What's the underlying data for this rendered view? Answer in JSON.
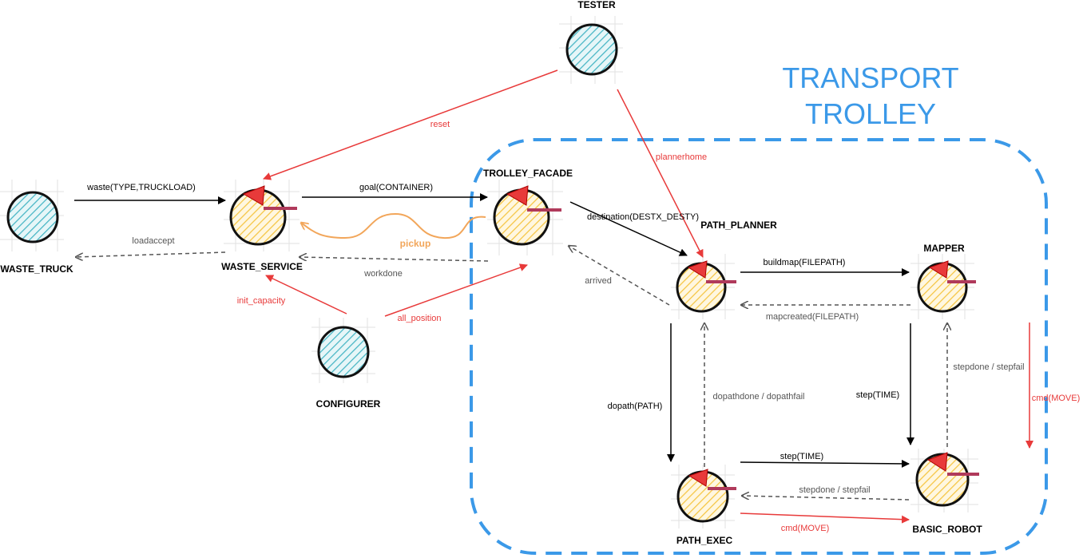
{
  "title": {
    "line1": "TRANSPORT",
    "line2": "TROLLEY"
  },
  "colors": {
    "accent_blue": "#3b99e8",
    "red_edge": "#e83a3a",
    "black_edge": "#000000",
    "gray_edge": "#666666",
    "orange_edge": "#f2a65a",
    "actor_fill": "#f5c542",
    "external_fill": "#45b5c4"
  },
  "nodes": {
    "tester": "TESTER",
    "waste_truck": "WASTE_TRUCK",
    "waste_service": "WASTE_SERVICE",
    "trolley_facade": "TROLLEY_FACADE",
    "path_planner": "PATH_PLANNER",
    "mapper": "MAPPER",
    "configurer": "CONFIGURER",
    "path_exec": "PATH_EXEC",
    "basic_robot": "BASIC_ROBOT"
  },
  "edges": {
    "reset": "reset",
    "plannerhome": "plannerhome",
    "waste": "waste(TYPE,TRUCKLOAD)",
    "loadaccept": "loadaccept",
    "goal": "goal(CONTAINER)",
    "pickup": "pickup",
    "workdone": "workdone",
    "init_capacity": "init_capacity",
    "all_position": "all_position",
    "destination": "destination(DESTX_DESTY)",
    "arrived": "arrived",
    "buildmap": "buildmap(FILEPATH)",
    "mapcreated": "mapcreated(FILEPATH)",
    "dopath": "dopath(PATH)",
    "dopathdone": "dopathdone / dopathfail",
    "step_right": "step(TIME)",
    "stepdone_right": "stepdone / stepfail",
    "cmd_right": "cmd(MOVE)",
    "step_bottom": "step(TIME)",
    "stepdone_bottom": "stepdone / stepfail",
    "cmd_bottom": "cmd(MOVE)"
  }
}
